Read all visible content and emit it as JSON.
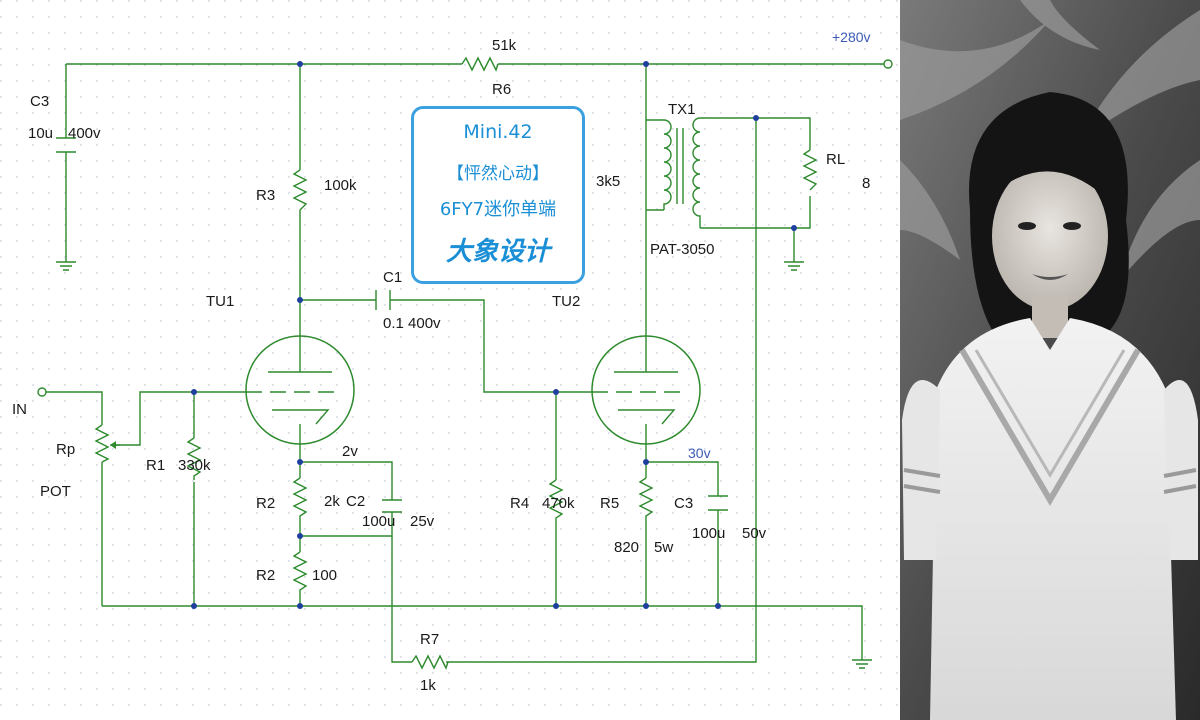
{
  "labels": {
    "vplus": "+280v",
    "r6_val": "51k",
    "r6": "R6",
    "c3a": "C3",
    "c3a_val1": "10u",
    "c3a_val2": "400v",
    "r3": "R3",
    "r3_val": "100k",
    "tu1": "TU1",
    "c1": "C1",
    "c1_val": "0.1 400v",
    "tu2": "TU2",
    "tx1": "TX1",
    "tx1_val": "3k5",
    "pat": "PAT-3050",
    "rl": "RL",
    "rl_val": "8",
    "in": "IN",
    "rp": "Rp",
    "pot": "POT",
    "r1": "R1",
    "r1_val": "330k",
    "v2": "2v",
    "r2a": "R2",
    "r2a_val": "2k",
    "c2": "C2",
    "c2_val": "100u",
    "c2_v": "25v",
    "r2b": "R2",
    "r2b_val": "100",
    "r4": "R4",
    "r4_val": "470k",
    "r5": "R5",
    "r5_val1": "820",
    "r5_val2": "5w",
    "v30": "30v",
    "c3b": "C3",
    "c3b_val": "100u",
    "c3b_v": "50v",
    "r7": "R7",
    "r7_val": "1k"
  },
  "title_box": {
    "line1": "Mini.42",
    "line2": "【怦然心动】",
    "line3": "6FY7迷你单端",
    "line4": "大象设计"
  },
  "colors": {
    "wire": "#2d8a2d",
    "junction": "#1f3f9f",
    "title_border": "#3aa0e0",
    "title_text": "#1a8fd6"
  }
}
